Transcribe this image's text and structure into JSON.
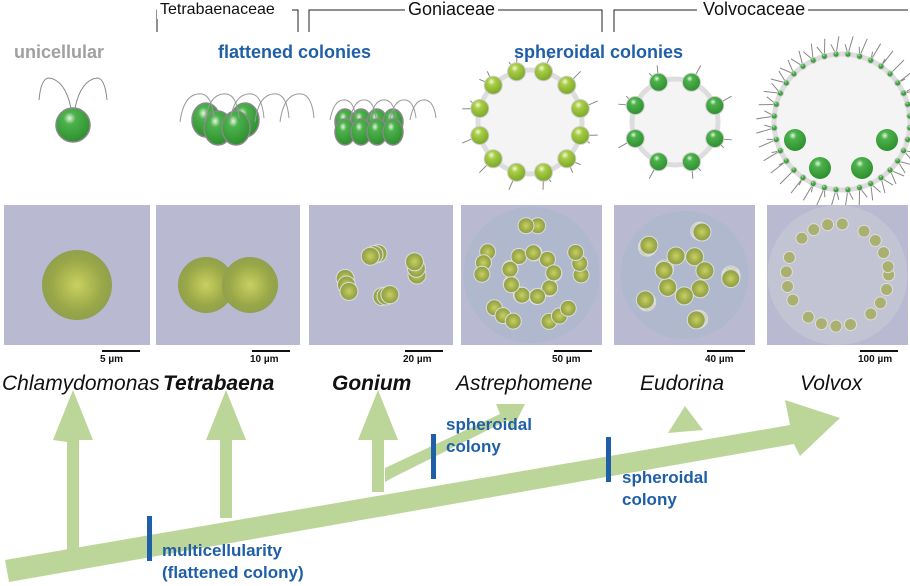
{
  "families": [
    "Tetrabaenaceae",
    "Goniaceae",
    "Volvocaceae"
  ],
  "categories": {
    "unicellular": "unicellular",
    "flattened": "flattened colonies",
    "spheroidal": "spheroidal colonies"
  },
  "species": [
    {
      "name": "Chlamydomonas",
      "scale": "5 µm",
      "bold": false
    },
    {
      "name": "Tetrabaena",
      "scale": "10 µm",
      "bold": true
    },
    {
      "name": "Gonium",
      "scale": "20 µm",
      "bold": true
    },
    {
      "name": "Astrephomene",
      "scale": "50 µm",
      "bold": false
    },
    {
      "name": "Eudorina",
      "scale": "40 µm",
      "bold": false
    },
    {
      "name": "Volvox",
      "scale": "100 µm",
      "bold": false
    }
  ],
  "annotations": {
    "multicellularity": "multicellularity",
    "flattened_colony": "(flattened colony)",
    "spheroidal1_a": "spheroidal",
    "spheroidal1_b": "colony",
    "spheroidal2_a": "spheroidal",
    "spheroidal2_b": "colony"
  },
  "colors": {
    "arrow": "#bcd69a",
    "blue": "#1f5fa8",
    "grey": "#a0a0a0",
    "cell": "#3aa03a",
    "cell_light": "#9cc43a",
    "photo_bg": "#b9b9d2"
  }
}
